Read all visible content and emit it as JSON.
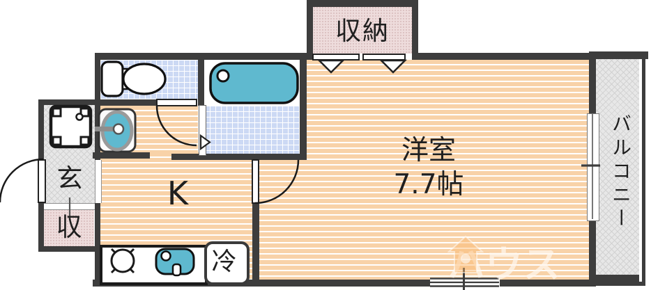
{
  "rooms": {
    "closet": {
      "label": "収納"
    },
    "main": {
      "label": "洋室",
      "size": "7.7帖"
    },
    "kitchen": {
      "label": "K"
    },
    "balcony": {
      "label": "バルコニー"
    },
    "entrance": {
      "label": "玄"
    },
    "entrance_storage": {
      "label": "収"
    },
    "refrigerator": {
      "label": "冷"
    }
  },
  "watermark": {
    "text": "ハウス"
  },
  "colors": {
    "wall": "#3d3d3d",
    "wood_floor": "#f8d2a8",
    "tile_floor": "#ccd9f4",
    "water_fixture": "#5fb9cf",
    "closet_fill": "#eedcdc",
    "hatch_floor": "#e7e7e7"
  },
  "fixtures": [
    "toilet",
    "bathtub",
    "washbasin",
    "washing-machine-pan",
    "gas-stove",
    "kitchen-sink"
  ]
}
